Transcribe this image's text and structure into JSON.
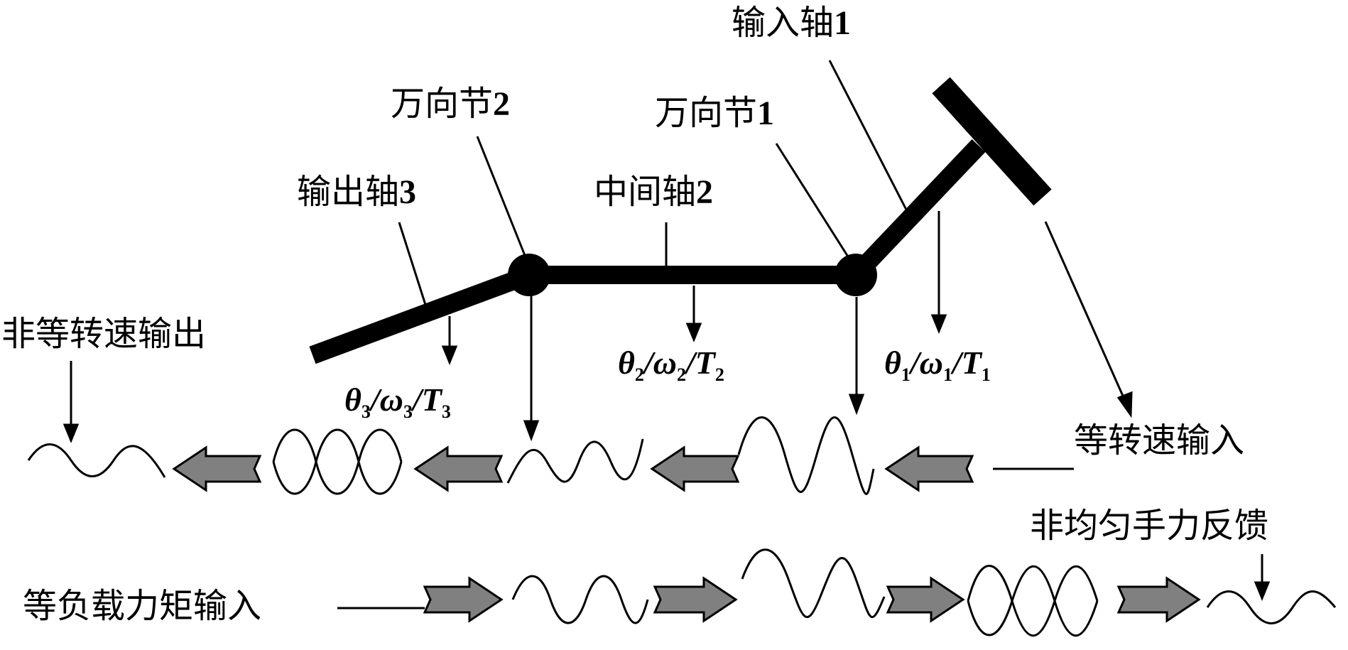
{
  "labels": {
    "input_shaft": "输入轴",
    "input_shaft_num": "1",
    "ujoint2": "万向节",
    "ujoint2_num": "2",
    "ujoint1": "万向节",
    "ujoint1_num": "1",
    "output_shaft": "输出轴",
    "output_shaft_num": "3",
    "middle_shaft": "中间轴",
    "middle_shaft_num": "2",
    "nonconst_output": "非等转速输出",
    "const_input": "等转速输入",
    "nonuniform_feedback": "非均匀手力反馈",
    "equal_torque_input": "等负载力矩输入"
  },
  "math": {
    "m2": {
      "a": "θ",
      "as": "2",
      "b": "ω",
      "bs": "2",
      "c": "T",
      "cs": "2"
    },
    "m1": {
      "a": "θ",
      "as": "1",
      "b": "ω",
      "bs": "1",
      "c": "T",
      "cs": "1"
    },
    "m3": {
      "a": "θ",
      "as": "3",
      "b": "ω",
      "bs": "3",
      "c": "T",
      "cs": "3"
    },
    "slash": "/"
  },
  "colors": {
    "line": "#000000",
    "arrow_fill": "#808080",
    "arrow_stroke": "#000000"
  }
}
